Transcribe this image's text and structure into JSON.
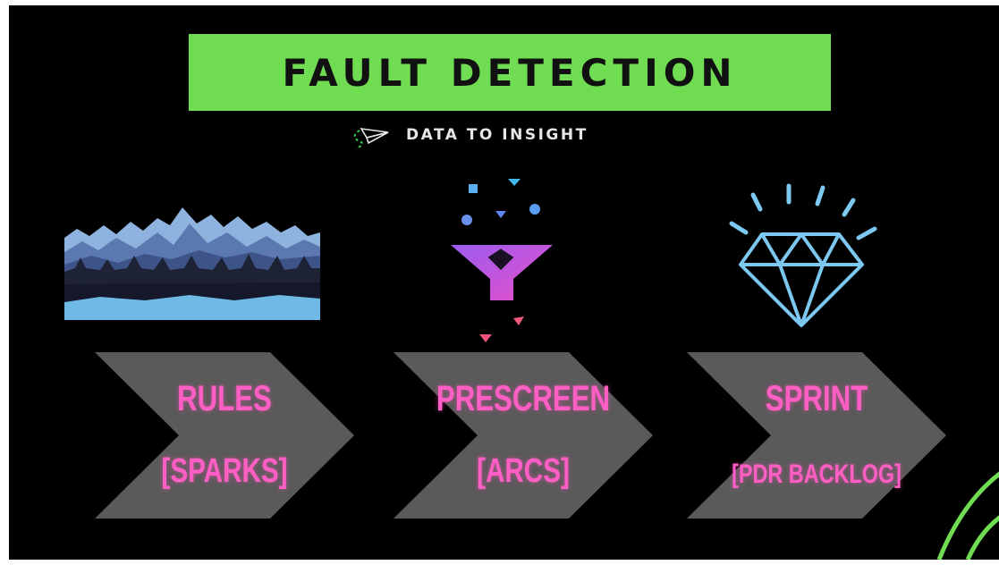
{
  "title": "FAULT DETECTION",
  "brand": {
    "text": "DATA TO INSIGHT",
    "icon": "paper-plane-icon"
  },
  "steps": [
    {
      "main": "RULES",
      "sub": "[SPARKS]",
      "icon": "mountains-icon"
    },
    {
      "main": "PRESCREEN",
      "sub": "[ARCS]",
      "icon": "funnel-icon"
    },
    {
      "main": "SPRINT",
      "sub": "[PDR BACKLOG]",
      "icon": "diamond-icon"
    }
  ],
  "colors": {
    "background": "#000000",
    "banner": "#6fdc52",
    "label": "#ff5fc4",
    "chevron": "#5a5a5a",
    "diamond": "#7cc8f0",
    "arcs": "#6fdc52"
  }
}
